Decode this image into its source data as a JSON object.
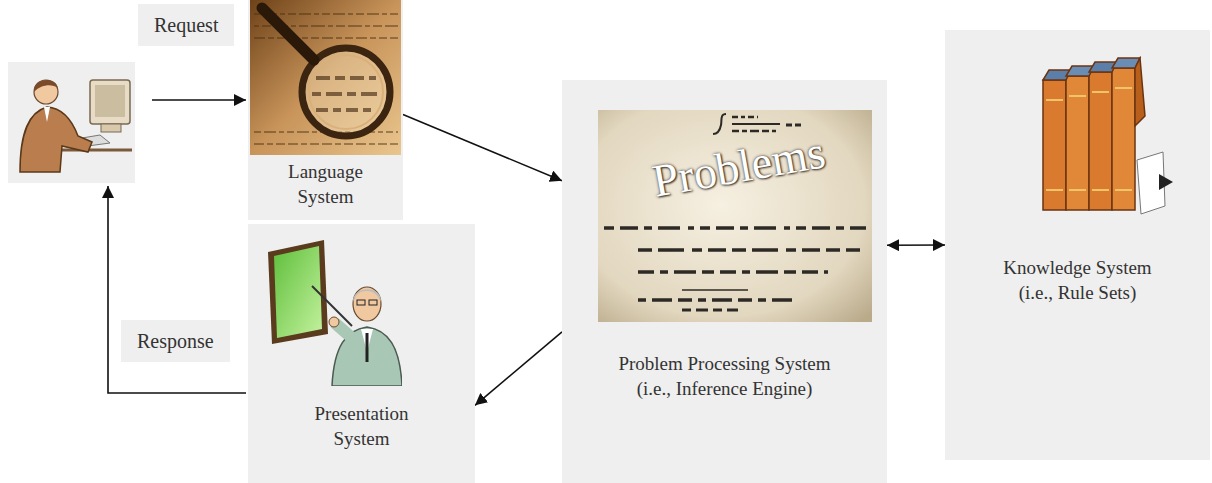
{
  "diagram": {
    "nodes": [
      {
        "text": [
          "Language System"
        ]
      },
      {
        "text": [
          "Problem Processing System (i.e., Inference Engine)"
        ]
      },
      {
        "text": [
          "Knowledge System (i.e., Rule Sets)"
        ]
      },
      {
        "text": [
          "Presentation System"
        ]
      }
    ],
    "edges": [
      {
        "from": 0,
        "to": 1,
        "arrow": "to"
      },
      {
        "from": 1,
        "to": 2,
        "arrow": "both"
      },
      {
        "from": 1,
        "to": 3,
        "arrow": "to"
      }
    ],
    "labels": [
      "Request",
      "Response",
      "Problems"
    ]
  }
}
